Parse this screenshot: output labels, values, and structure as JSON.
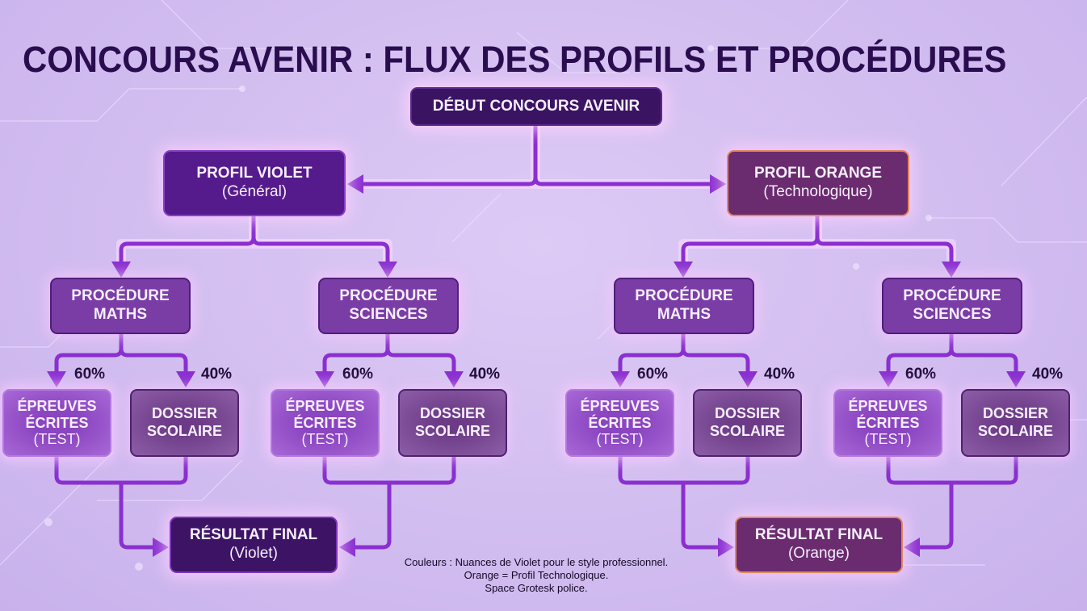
{
  "title": "CONCOURS AVENIR : FLUX DES PROFILS ET PROCÉDURES",
  "colors": {
    "background": "#d3bff0",
    "title_text": "#2a0d4f",
    "connector": "#8a2fd0",
    "start_box": "#3a1463",
    "profile_violet": "#551a8b",
    "profile_orange_fill": "#6a2b6f",
    "orange_border": "#e2875d",
    "procedure_box": "#7a3da6",
    "epreuves_box": "#9a55cc",
    "dossier_box": "#7a4896",
    "result_violet": "#3d1366"
  },
  "start": {
    "label": "DÉBUT CONCOURS AVENIR"
  },
  "profiles": [
    {
      "id": "violet",
      "title": "PROFIL VIOLET",
      "subtitle": "(Général)",
      "procedures": [
        {
          "line1": "PROCÉDURE",
          "line2": "MATHS",
          "branches": [
            {
              "percent": "60%",
              "l1": "ÉPREUVES",
              "l2": "ÉCRITES",
              "l3": "(TEST)"
            },
            {
              "percent": "40%",
              "l1": "DOSSIER",
              "l2": "SCOLAIRE"
            }
          ]
        },
        {
          "line1": "PROCÉDURE",
          "line2": "SCIENCES",
          "branches": [
            {
              "percent": "60%",
              "l1": "ÉPREUVES",
              "l2": "ÉCRITES",
              "l3": "(TEST)"
            },
            {
              "percent": "40%",
              "l1": "DOSSIER",
              "l2": "SCOLAIRE"
            }
          ]
        }
      ],
      "result": {
        "title": "RÉSULTAT FINAL",
        "subtitle": "(Violet)"
      }
    },
    {
      "id": "orange",
      "title": "PROFIL ORANGE",
      "subtitle": "(Technologique)",
      "procedures": [
        {
          "line1": "PROCÉDURE",
          "line2": "MATHS",
          "branches": [
            {
              "percent": "60%",
              "l1": "ÉPREUVES",
              "l2": "ÉCRITES",
              "l3": "(TEST)"
            },
            {
              "percent": "40%",
              "l1": "DOSSIER",
              "l2": "SCOLAIRE"
            }
          ]
        },
        {
          "line1": "PROCÉDURE",
          "line2": "SCIENCES",
          "branches": [
            {
              "percent": "60%",
              "l1": "ÉPREUVES",
              "l2": "ÉCRITES",
              "l3": "(TEST)"
            },
            {
              "percent": "40%",
              "l1": "DOSSIER",
              "l2": "SCOLAIRE"
            }
          ]
        }
      ],
      "result": {
        "title": "RÉSULTAT FINAL",
        "subtitle": "(Orange)"
      }
    }
  ],
  "footnote": {
    "line1": "Couleurs : Nuances de Violet pour le style professionnel.",
    "line2": "Orange = Profil Technologique.",
    "line3": "Space Grotesk police."
  }
}
